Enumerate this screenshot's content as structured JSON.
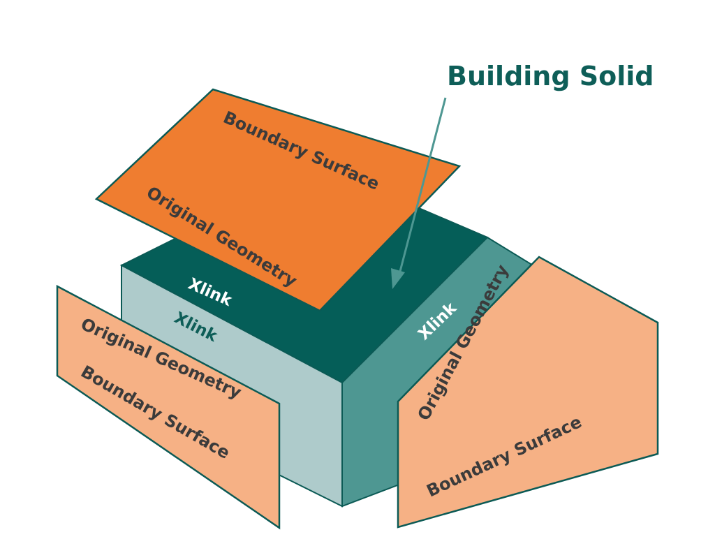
{
  "title": "Building Solid",
  "colors": {
    "teal_dark": "#055e58",
    "teal_mid": "#4e9792",
    "teal_light": "#aecbcb",
    "orange_roof": "#ef7d30",
    "orange_light": "#f6b185",
    "outline": "#0b5a55",
    "text_dark": "#3b3b3b",
    "title_text": "#0e5e58",
    "xlink_white": "#ffffff",
    "xlink_teal": "#0e5e58"
  },
  "roof_surface": {
    "top_label": "Boundary Surface",
    "bottom_label": "Original Geometry"
  },
  "front_surface": {
    "top_label": "Original Geometry",
    "bottom_label": "Boundary Surface"
  },
  "side_surface": {
    "top_label": "Original Geometry",
    "bottom_label": "Boundary Surface"
  },
  "xlinks": {
    "roof": "Xlink",
    "front": "Xlink",
    "side": "Xlink"
  }
}
